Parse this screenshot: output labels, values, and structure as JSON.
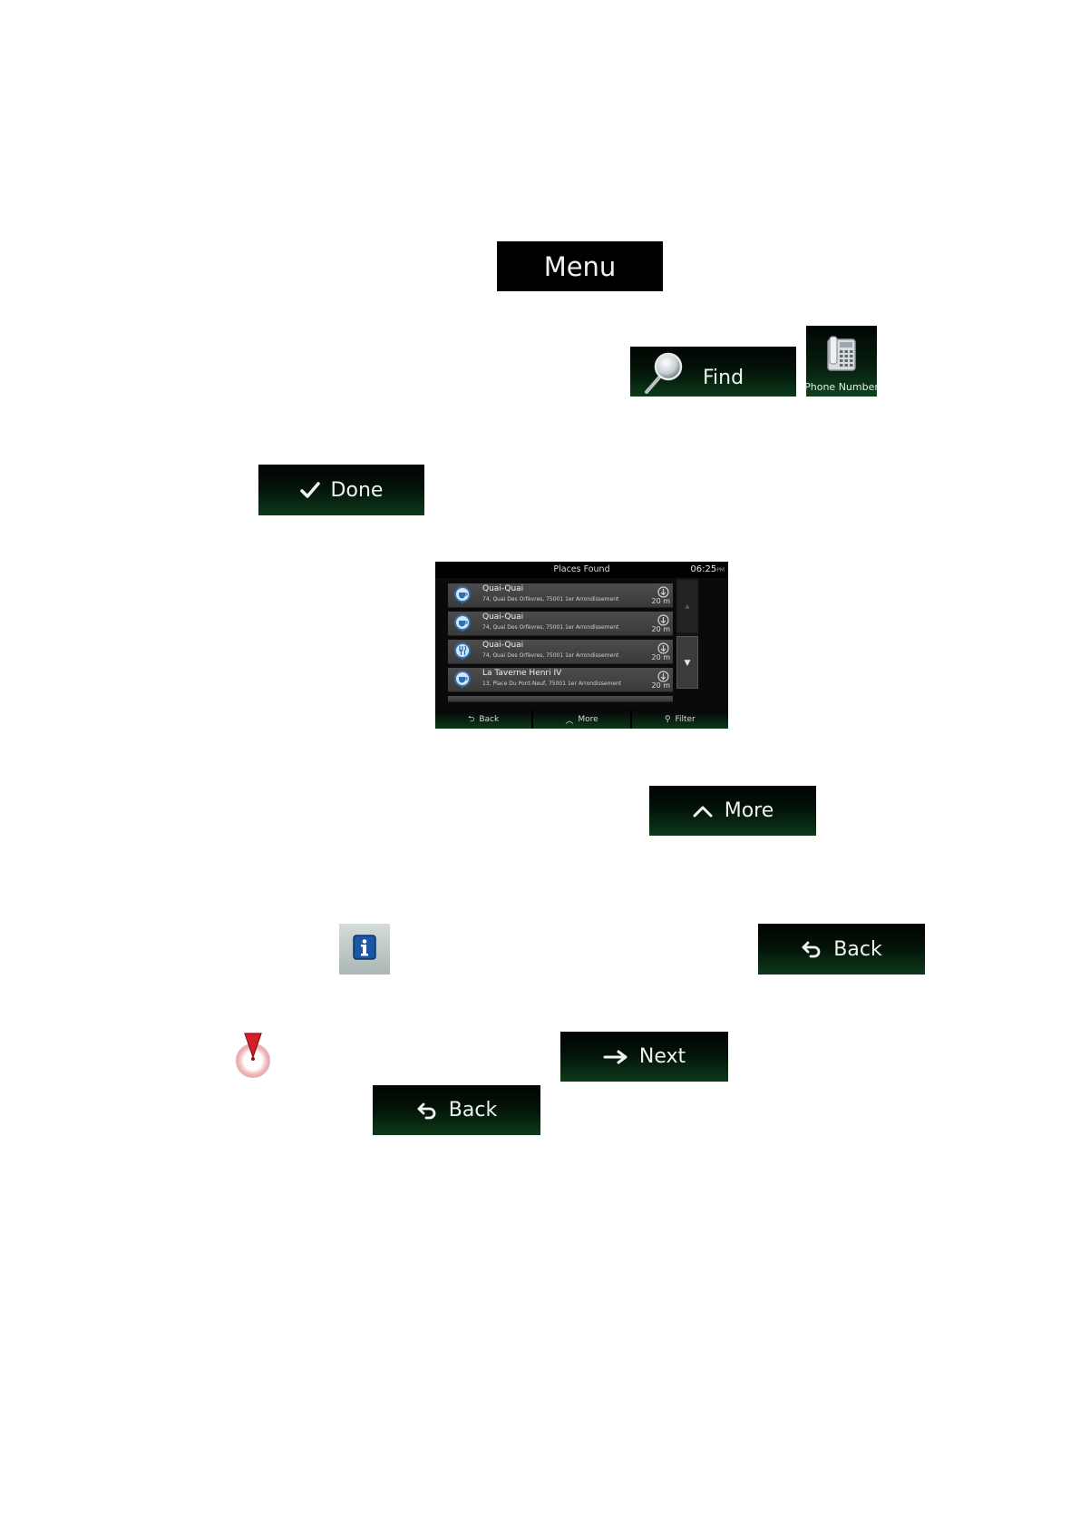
{
  "buttons": {
    "menu": "Menu",
    "find": "Find",
    "phone_number": "Phone Number",
    "done": "Done",
    "more": "More",
    "back": "Back",
    "next": "Next"
  },
  "screen": {
    "title": "Places Found",
    "time": "06:25",
    "time_suffix": "PM",
    "results": [
      {
        "name": "Quai-Quai",
        "address": "74, Quai Des Orfèvres, 75001 1er Arrondissement",
        "distance": "20 m",
        "icon": "cafe-icon"
      },
      {
        "name": "Quai-Quai",
        "address": "74, Quai Des Orfèvres, 75001 1er Arrondissement",
        "distance": "20 m",
        "icon": "cafe-icon"
      },
      {
        "name": "Quai-Quai",
        "address": "74, Quai Des Orfèvres, 75001 1er Arrondissement",
        "distance": "20 m",
        "icon": "restaurant-icon"
      },
      {
        "name": "La Taverne Henri IV",
        "address": "13, Place Du Pont-Neuf, 75001 1er Arrondissement",
        "distance": "20 m",
        "icon": "cafe-icon"
      }
    ],
    "footer": {
      "back": "Back",
      "more": "More",
      "filter": "Filter"
    }
  },
  "colors": {
    "button_dark": "#020403",
    "button_green": "#0c3a1a",
    "button_text": "#eef3ee",
    "poi_blue": "#2f6fb0",
    "info_blue": "#1a56a6",
    "pin_red": "#d21f2a"
  }
}
